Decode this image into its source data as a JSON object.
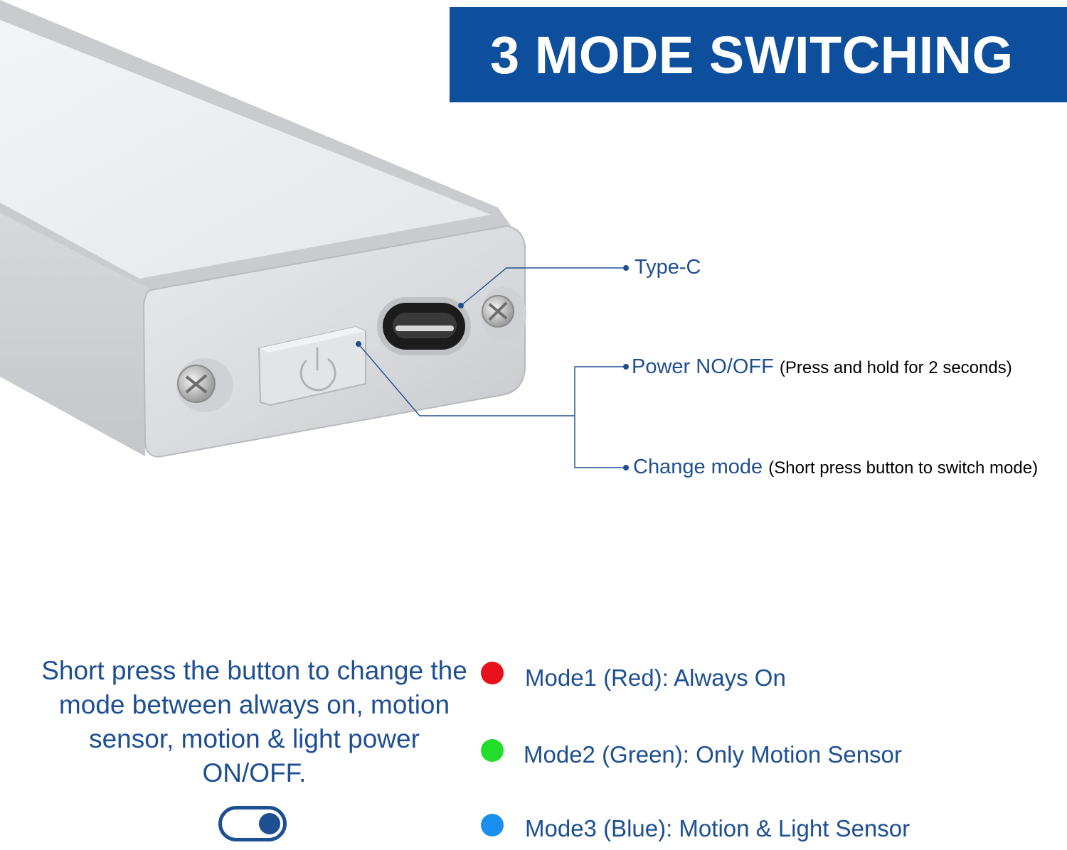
{
  "banner": {
    "title": "3 MODE SWITCHING"
  },
  "callouts": {
    "type_c": {
      "label": "Type-C"
    },
    "power": {
      "label": "Power NO/OFF",
      "note": "(Press and hold for 2 seconds)"
    },
    "change_mode": {
      "label": "Change mode",
      "note": "(Short press button to switch mode)"
    }
  },
  "description": "Short press the button to change the mode between always on, motion sensor, motion & light power ON/OFF.",
  "modes": [
    {
      "label": "Mode1 (Red): Always On",
      "color": "#e8101a"
    },
    {
      "label": "Mode2 (Green): Only Motion Sensor",
      "color": "#22dd2a"
    },
    {
      "label": "Mode3 (Blue): Motion & Light Sensor",
      "color": "#1a8ff0"
    }
  ],
  "toggle": {
    "state": "on"
  },
  "colors": {
    "brand_blue": "#0d4f9c",
    "text_blue": "#1d4f92"
  },
  "icons": [
    "power-icon",
    "usb-c-port-icon",
    "screw-icon",
    "toggle-switch-icon"
  ]
}
